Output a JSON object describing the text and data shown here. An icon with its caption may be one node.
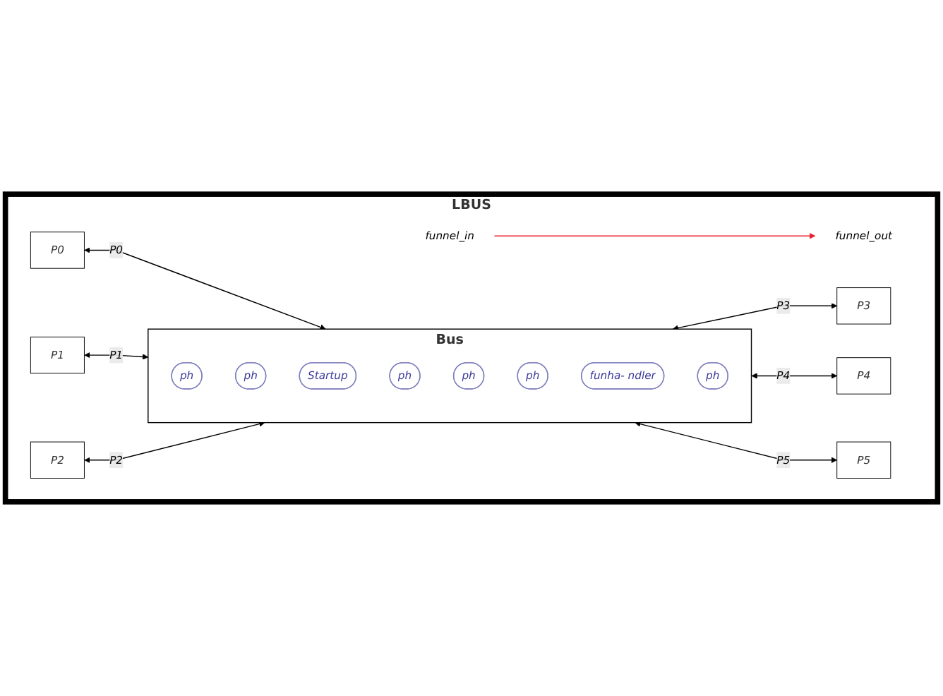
{
  "diagram": {
    "nodes": [
      {
        "text": [
          "LBUS"
        ]
      },
      {
        "text": [
          "Bus"
        ],
        "in": 0
      },
      {
        "text": [
          "ph"
        ],
        "in": 1
      },
      {
        "text": [
          "ph"
        ],
        "in": 1
      },
      {
        "text": [
          "Startup"
        ],
        "in": 1
      },
      {
        "text": [
          "ph"
        ],
        "in": 1
      },
      {
        "text": [
          "ph"
        ],
        "in": 1
      },
      {
        "text": [
          "ph"
        ],
        "in": 1
      },
      {
        "text": [
          "funha- ndler"
        ],
        "in": 1
      },
      {
        "text": [
          "ph"
        ],
        "in": 1
      },
      {
        "text": [
          "P0"
        ],
        "in": 0
      },
      {
        "text": [
          "P1"
        ],
        "in": 0
      },
      {
        "text": [
          "P2"
        ],
        "in": 0
      },
      {
        "text": [
          "P3"
        ],
        "in": 0
      },
      {
        "text": [
          "P4"
        ],
        "in": 0
      },
      {
        "text": [
          "P5"
        ],
        "in": 0
      },
      {
        "text": [
          "funnel_in"
        ],
        "in": 0
      },
      {
        "text": [
          "funnel_out"
        ],
        "in": 0
      }
    ],
    "edges": [
      {
        "from": 10,
        "to": 1,
        "arrow": "both",
        "label": "P0"
      },
      {
        "from": 11,
        "to": 1,
        "arrow": "both",
        "label": "P1"
      },
      {
        "from": 12,
        "to": 1,
        "arrow": "both",
        "label": "P2"
      },
      {
        "from": 1,
        "to": 13,
        "arrow": "both",
        "label": "P3"
      },
      {
        "from": 1,
        "to": 14,
        "arrow": "both",
        "label": "P4"
      },
      {
        "from": 1,
        "to": 15,
        "arrow": "both",
        "label": "P5"
      },
      {
        "from": 16,
        "to": 17,
        "arrow": "to",
        "color": "#e8202a"
      }
    ]
  }
}
